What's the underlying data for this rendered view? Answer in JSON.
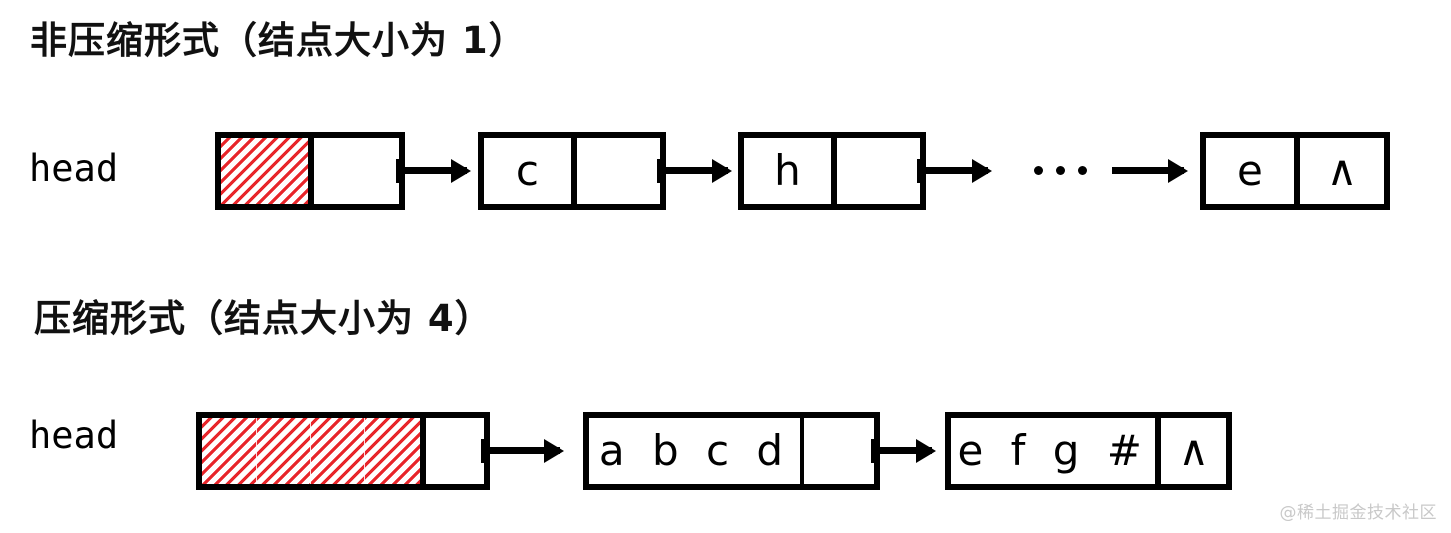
{
  "page": {
    "watermark": "@稀土掘金技术社区",
    "background_color": "#ffffff",
    "hatch_color": "#e8252a",
    "stroke_color": "#000000"
  },
  "sections": [
    {
      "id": "uncompressed",
      "title": "非压缩形式（结点大小为 1）",
      "head_label": "head",
      "node_size": 1,
      "nodes": [
        {
          "name": "head-node",
          "data": "",
          "hatched": true,
          "data_cells": 1,
          "pointer": "link"
        },
        {
          "name": "node-c",
          "data": "c",
          "hatched": false,
          "data_cells": 1,
          "pointer": "link"
        },
        {
          "name": "node-h",
          "data": "h",
          "hatched": false,
          "data_cells": 1,
          "pointer": "link"
        },
        {
          "name": "node-e",
          "data": "e",
          "hatched": false,
          "data_cells": 1,
          "pointer": "∧"
        }
      ],
      "ellipsis": "•••"
    },
    {
      "id": "compressed",
      "title": "压缩形式（结点大小为 4）",
      "head_label": "head",
      "node_size": 4,
      "nodes": [
        {
          "name": "head-node",
          "data": "",
          "hatched": true,
          "data_cells": 4,
          "pointer": "link"
        },
        {
          "name": "node-abcd",
          "data": "a b c d",
          "hatched": false,
          "data_cells": 4,
          "pointer": "link"
        },
        {
          "name": "node-efg",
          "data": "e f g #",
          "hatched": false,
          "data_cells": 4,
          "pointer": "∧"
        }
      ]
    }
  ]
}
